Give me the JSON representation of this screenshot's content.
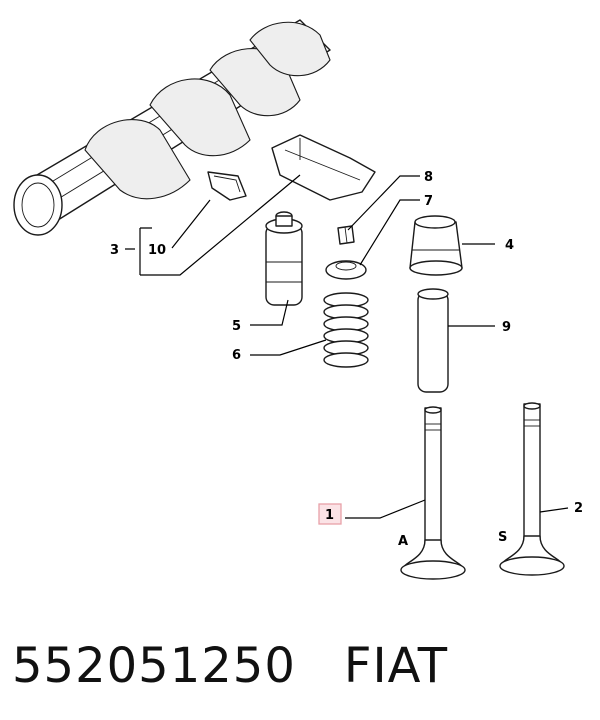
{
  "callouts": {
    "c1": "1",
    "c2": "2",
    "c3": "3",
    "c4": "4",
    "c5": "5",
    "c6": "6",
    "c7": "7",
    "c8": "8",
    "c9": "9",
    "c10": "10",
    "a": "A",
    "s": "S"
  },
  "caption": {
    "part_number": "552051250",
    "brand": "FIAT"
  },
  "colors": {
    "highlight_box": "#e8a0a8",
    "highlight_fill": "#fbe3e6",
    "line": "#000000"
  }
}
